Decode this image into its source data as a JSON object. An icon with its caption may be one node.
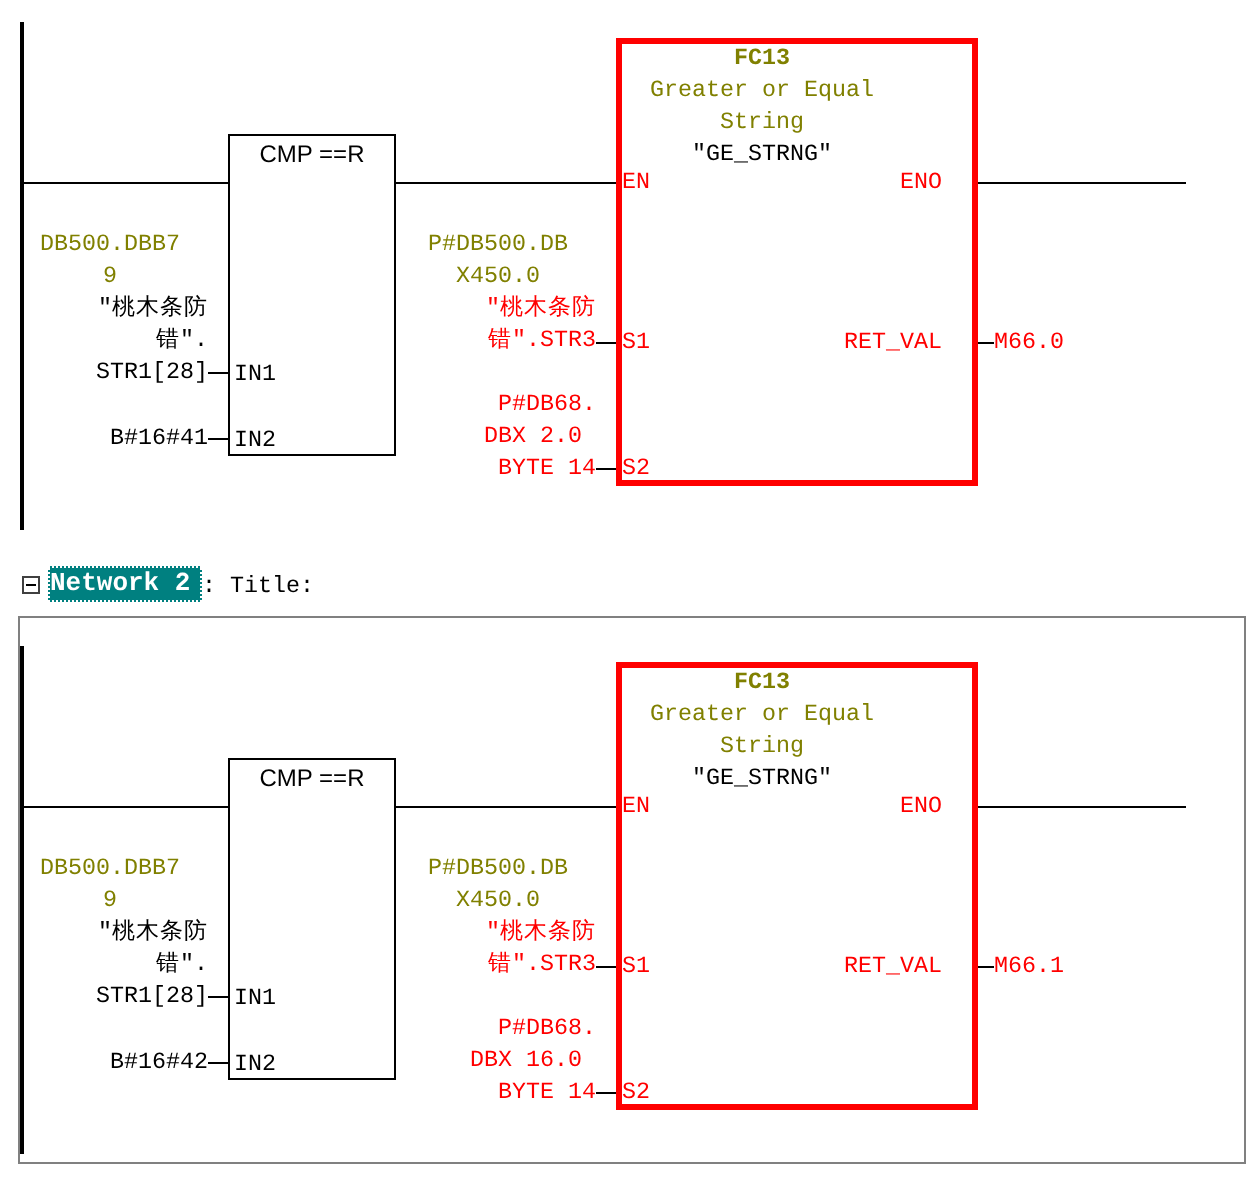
{
  "diagram": {
    "nodes": [
      {
        "text": [],
        "shape": "bar"
      },
      {
        "text": [
          "CMP ==R",
          "IN1",
          "IN2"
        ]
      },
      {
        "text": [
          "FC13",
          "Greater or Equal String",
          "\"GE_STRNG\"",
          "EN",
          "ENO",
          "S1",
          "RET_VAL",
          "S2"
        ]
      },
      {
        "text": [
          "DB500.DBB79",
          "\"桃木条防错\".STR1[28]"
        ]
      },
      {
        "text": [
          "B#16#41"
        ]
      },
      {
        "text": [
          "P#DB500.DBX450.0",
          "\"桃木条防错\".STR3"
        ]
      },
      {
        "text": [
          "P#DB68.DBX 2.0 BYTE 14"
        ]
      },
      {
        "text": [
          "M66.0"
        ]
      },
      {
        "text": [
          "Network 2",
          ": Title:"
        ]
      },
      {
        "text": [],
        "shape": "bar",
        "in": 8
      },
      {
        "text": [
          "CMP ==R",
          "IN1",
          "IN2"
        ],
        "in": 8
      },
      {
        "text": [
          "FC13",
          "Greater or Equal String",
          "\"GE_STRNG\"",
          "EN",
          "ENO",
          "S1",
          "RET_VAL",
          "S2"
        ],
        "in": 8
      },
      {
        "text": [
          "DB500.DBB79",
          "\"桃木条防错\".STR1[28]"
        ],
        "in": 8
      },
      {
        "text": [
          "B#16#42"
        ],
        "in": 8
      },
      {
        "text": [
          "P#DB500.DBX450.0",
          "\"桃木条防错\".STR3"
        ],
        "in": 8
      },
      {
        "text": [
          "P#DB68.DBX 16.0 BYTE 14"
        ],
        "in": 8
      },
      {
        "text": [
          "M66.1"
        ],
        "in": 8
      }
    ],
    "edges": [
      {
        "from": 0,
        "to": 1,
        "arrow": "none"
      },
      {
        "from": 3,
        "to": 1,
        "arrow": "none"
      },
      {
        "from": 4,
        "to": 1,
        "arrow": "none"
      },
      {
        "from": 1,
        "to": 2,
        "arrow": "none"
      },
      {
        "from": 5,
        "to": 2,
        "arrow": "none"
      },
      {
        "from": 6,
        "to": 2,
        "arrow": "none"
      },
      {
        "from": 2,
        "to": null,
        "arrow": "none"
      },
      {
        "from": 2,
        "to": 7,
        "arrow": "none"
      },
      {
        "from": 9,
        "to": 10,
        "arrow": "none"
      },
      {
        "from": 12,
        "to": 10,
        "arrow": "none"
      },
      {
        "from": 13,
        "to": 10,
        "arrow": "none"
      },
      {
        "from": 10,
        "to": 11,
        "arrow": "none"
      },
      {
        "from": 14,
        "to": 11,
        "arrow": "none"
      },
      {
        "from": 15,
        "to": 11,
        "arrow": "none"
      },
      {
        "from": 11,
        "to": null,
        "arrow": "none"
      },
      {
        "from": 11,
        "to": 16,
        "arrow": "none"
      }
    ]
  }
}
